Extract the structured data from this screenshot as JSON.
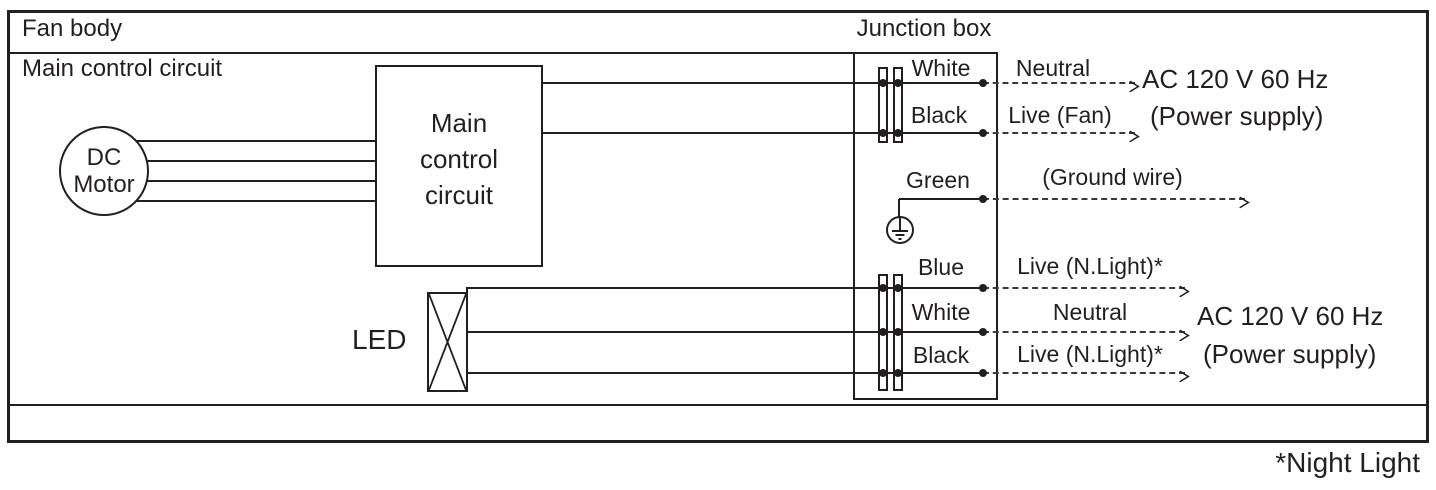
{
  "titles": {
    "fan_body": "Fan body",
    "junction_box": "Junction box",
    "main_area": "Main control circuit",
    "footnote": "*Night Light"
  },
  "components": {
    "motor": {
      "line1": "DC",
      "line2": "Motor"
    },
    "main_control_box": {
      "line1": "Main",
      "line2": "control",
      "line3": "circuit"
    },
    "led": {
      "label": "LED"
    }
  },
  "fan_power": {
    "wires": [
      {
        "color": "White",
        "function": "Neutral"
      },
      {
        "color": "Black",
        "function": "Live (Fan)"
      }
    ],
    "supply": {
      "line1": "AC 120 V 60 Hz",
      "line2": "(Power supply)"
    }
  },
  "ground": {
    "color": "Green",
    "function": "(Ground wire)"
  },
  "night_light_power": {
    "wires": [
      {
        "color": "Blue",
        "function": "Live (N.Light)*"
      },
      {
        "color": "White",
        "function": "Neutral"
      },
      {
        "color": "Black",
        "function": "Live (N.Light)*"
      }
    ],
    "supply": {
      "line1": "AC 120 V 60 Hz",
      "line2": "(Power supply)"
    }
  },
  "colors": {
    "line": "#231f20",
    "background": "#ffffff"
  }
}
